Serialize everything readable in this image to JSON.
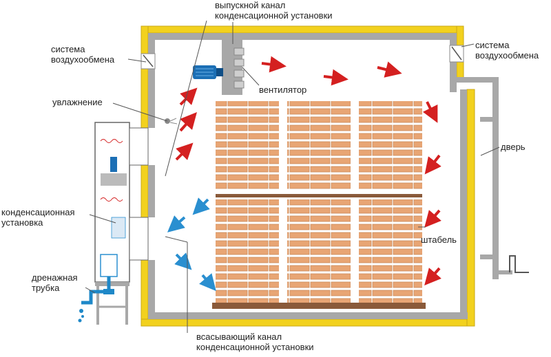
{
  "labels": {
    "outlet_channel": [
      "выпускной канал",
      "конденсационной установки"
    ],
    "air_exchange_left": [
      "система",
      "воздухообмена"
    ],
    "air_exchange_right": [
      "система",
      "воздухообмена"
    ],
    "fan": "вентилятор",
    "humidification": "увлажнение",
    "door": "дверь",
    "condensation_unit": [
      "конденсационная",
      "установка"
    ],
    "stack": "штабель",
    "drain_tube": [
      "дренажная",
      "трубка"
    ],
    "suction_channel": [
      "всасывающий канал",
      "конденсационной установки"
    ]
  },
  "colors": {
    "insulation": "#f2d11e",
    "wall": "#a8a8a8",
    "brick": "#e8a574",
    "brick_dark": "#c98a5a",
    "hot_arrow": "#d42020",
    "cool_arrow": "#2a8fd0",
    "water": "#1e88c8",
    "pallet": "#8a5a3a",
    "fan": "#1c6fb5"
  },
  "icons": [
    "fan-icon",
    "humidifier-icon",
    "damper-icon",
    "flow-arrow-icon",
    "drain-pipe-icon"
  ]
}
